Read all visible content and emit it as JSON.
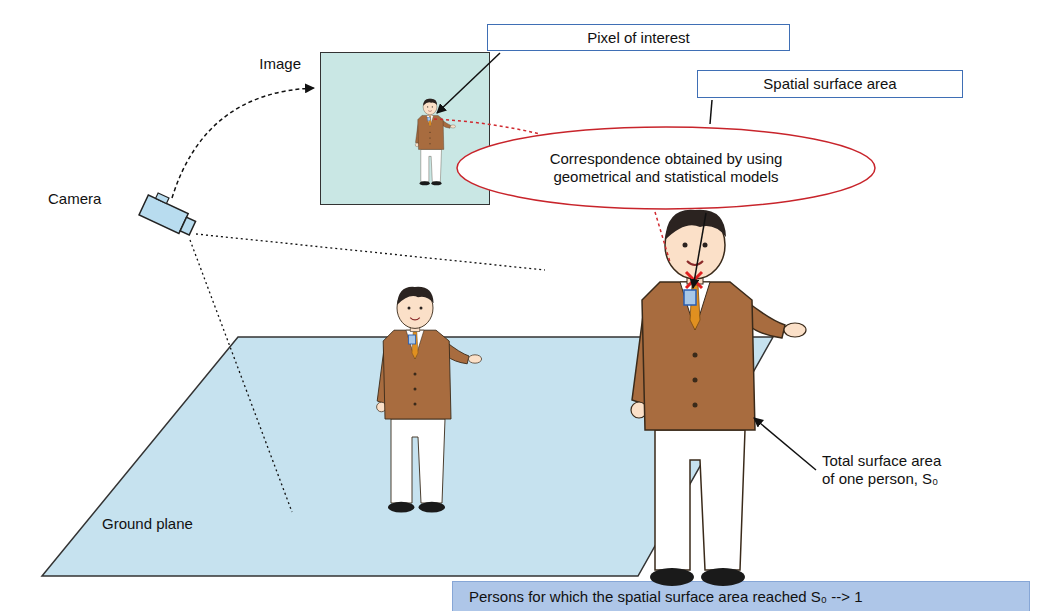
{
  "diagram": {
    "nodes": [
      {
        "text": [
          "Image"
        ]
      },
      {
        "text": [
          "Pixel of interest"
        ]
      },
      {
        "text": [
          "Correspondence obtained by using geometrical and statistical models"
        ]
      },
      {
        "text": [
          "Spatial surface area"
        ]
      },
      {
        "text": [
          "Ground plane"
        ]
      },
      {
        "text": [
          "Persons for which the spatial surface area reached S₀ --> 1"
        ]
      }
    ],
    "labels": [
      "Camera",
      "Total surface area of one person, S₀"
    ]
  }
}
